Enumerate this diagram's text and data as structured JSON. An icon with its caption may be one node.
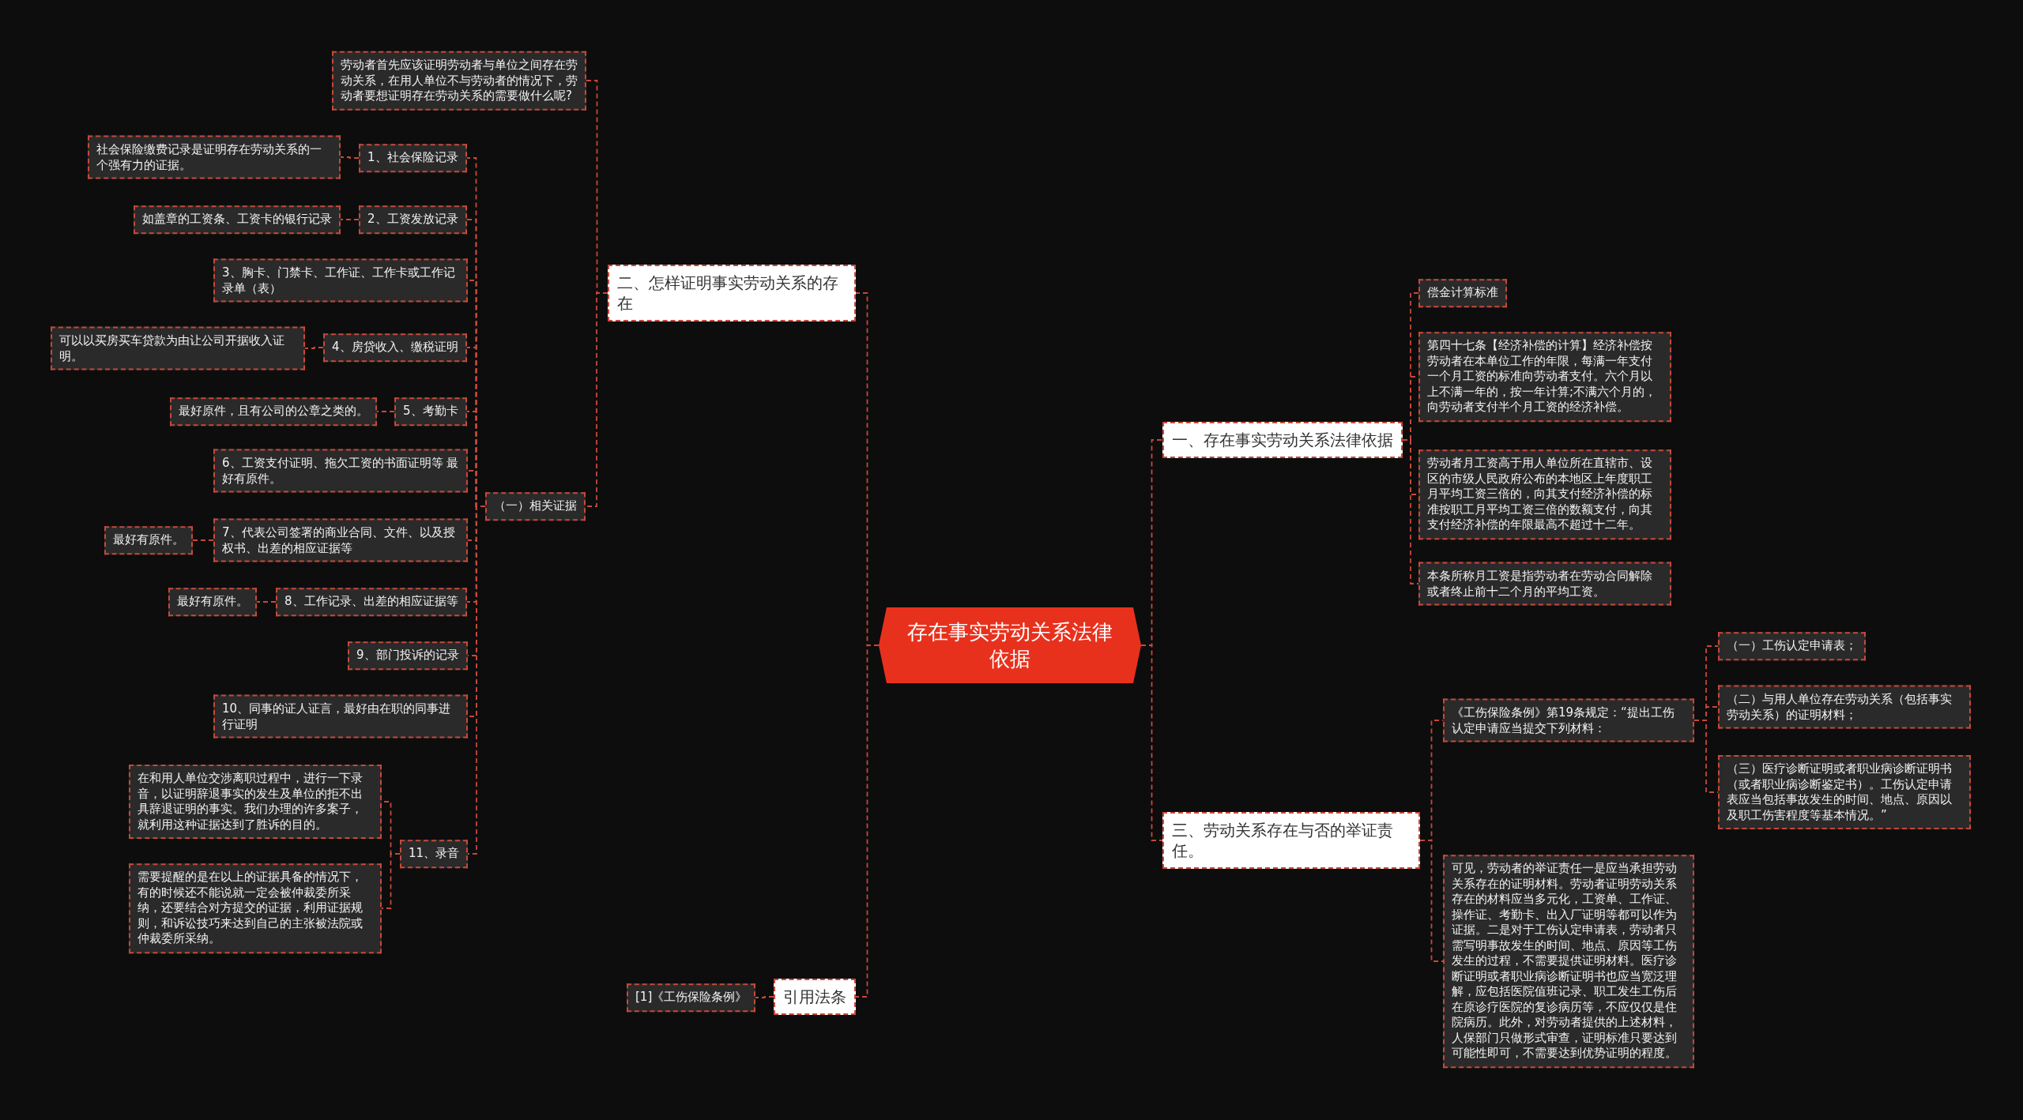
{
  "diagram": {
    "nodes": [
      {
        "text": [
          "存在事实劳动关系法律依据"
        ]
      },
      {
        "text": [
          "二、怎样证明事实劳动关系的存在"
        ]
      },
      {
        "text": [
          "劳动者首先应该证明劳动者与单位之间存在劳动关系，在用人单位不与劳动者的情况下，劳动者要想证明存在劳动关系的需要做什么呢?"
        ]
      },
      {
        "text": [
          "（一）相关证据"
        ]
      },
      {
        "text": [
          "1、社会保险记录"
        ]
      },
      {
        "text": [
          "社会保险缴费记录是证明存在劳动关系的一个强有力的证据。"
        ]
      },
      {
        "text": [
          "2、工资发放记录"
        ]
      },
      {
        "text": [
          "如盖章的工资条、工资卡的银行记录"
        ]
      },
      {
        "text": [
          "3、胸卡、门禁卡、工作证、工作卡或工作记录单（表）"
        ]
      },
      {
        "text": [
          "4、房贷收入、缴税证明"
        ]
      },
      {
        "text": [
          "可以以买房买车贷款为由让公司开据收入证明。"
        ]
      },
      {
        "text": [
          "5、考勤卡"
        ]
      },
      {
        "text": [
          "最好原件，且有公司的公章之类的。"
        ]
      },
      {
        "text": [
          "6、工资支付证明、拖欠工资的书面证明等 最好有原件。"
        ]
      },
      {
        "text": [
          "7、代表公司签署的商业合同、文件、以及授权书、出差的相应证据等"
        ]
      },
      {
        "text": [
          "最好有原件。"
        ]
      },
      {
        "text": [
          "8、工作记录、出差的相应证据等"
        ]
      },
      {
        "text": [
          "最好有原件。"
        ]
      },
      {
        "text": [
          "9、部门投诉的记录"
        ]
      },
      {
        "text": [
          "10、同事的证人证言，最好由在职的同事进行证明"
        ]
      },
      {
        "text": [
          "11、录音"
        ]
      },
      {
        "text": [
          "在和用人单位交涉离职过程中，进行一下录音，以证明辞退事实的发生及单位的拒不出具辞退证明的事实。我们办理的许多案子，就利用这种证据达到了胜诉的目的。"
        ]
      },
      {
        "text": [
          "需要提醒的是在以上的证据具备的情况下，有的时候还不能说就一定会被仲裁委所采纳，还要结合对方提交的证据，利用证据规则，和诉讼技巧来达到自己的主张被法院或仲裁委所采纳。"
        ]
      },
      {
        "text": [
          "引用法条"
        ]
      },
      {
        "text": [
          "[1]《工伤保险条例》"
        ]
      },
      {
        "text": [
          "一、存在事实劳动关系法律依据"
        ]
      },
      {
        "text": [
          "偿金计算标准"
        ]
      },
      {
        "text": [
          "第四十七条【经济补偿的计算】经济补偿按劳动者在本单位工作的年限，每满一年支付一个月工资的标准向劳动者支付。六个月以上不满一年的，按一年计算;不满六个月的，向劳动者支付半个月工资的经济补偿。"
        ]
      },
      {
        "text": [
          "劳动者月工资高于用人单位所在直辖市、设区的市级人民政府公布的本地区上年度职工月平均工资三倍的，向其支付经济补偿的标准按职工月平均工资三倍的数额支付，向其支付经济补偿的年限最高不超过十二年。"
        ]
      },
      {
        "text": [
          "本条所称月工资是指劳动者在劳动合同解除或者终止前十二个月的平均工资。"
        ]
      },
      {
        "text": [
          "三、劳动关系存在与否的举证责任。"
        ]
      },
      {
        "text": [
          "《工伤保险条例》第19条规定：“提出工伤认定申请应当提交下列材料："
        ]
      },
      {
        "text": [
          "（一）工伤认定申请表；"
        ]
      },
      {
        "text": [
          "（二）与用人单位存在劳动关系（包括事实劳动关系）的证明材料；"
        ]
      },
      {
        "text": [
          "（三）医疗诊断证明或者职业病诊断证明书（或者职业病诊断鉴定书）。工伤认定申请表应当包括事故发生的时间、地点、原因以及职工伤害程度等基本情况。”"
        ]
      },
      {
        "text": [
          "可见，劳动者的举证责任一是应当承担劳动关系存在的证明材料。劳动者证明劳动关系存在的材料应当多元化，工资单、工作证、操作证、考勤卡、出入厂证明等都可以作为证据。二是对于工伤认定申请表，劳动者只需写明事故发生的时间、地点、原因等工伤发生的过程，不需要提供证明材料。医疗诊断证明或者职业病诊断证明书也应当宽泛理解，应包括医院值班记录、职工发生工伤后在原诊疗医院的复诊病历等，不应仅仅是住院病历。此外，对劳动者提供的上述材料，人保部门只做形式审查，证明标准只要达到可能性即可，不需要达到优势证明的程度。"
        ]
      }
    ],
    "edges": [
      {
        "from": 0,
        "to": 1,
        "arrow": "none"
      },
      {
        "from": 1,
        "to": 2,
        "arrow": "none"
      },
      {
        "from": 1,
        "to": 3,
        "arrow": "none"
      },
      {
        "from": 3,
        "to": 4,
        "arrow": "none"
      },
      {
        "from": 4,
        "to": 5,
        "arrow": "none"
      },
      {
        "from": 3,
        "to": 6,
        "arrow": "none"
      },
      {
        "from": 6,
        "to": 7,
        "arrow": "none"
      },
      {
        "from": 3,
        "to": 8,
        "arrow": "none"
      },
      {
        "from": 3,
        "to": 9,
        "arrow": "none"
      },
      {
        "from": 9,
        "to": 10,
        "arrow": "none"
      },
      {
        "from": 3,
        "to": 11,
        "arrow": "none"
      },
      {
        "from": 11,
        "to": 12,
        "arrow": "none"
      },
      {
        "from": 3,
        "to": 13,
        "arrow": "none"
      },
      {
        "from": 3,
        "to": 14,
        "arrow": "none"
      },
      {
        "from": 14,
        "to": 15,
        "arrow": "none"
      },
      {
        "from": 3,
        "to": 16,
        "arrow": "none"
      },
      {
        "from": 16,
        "to": 17,
        "arrow": "none"
      },
      {
        "from": 3,
        "to": 18,
        "arrow": "none"
      },
      {
        "from": 3,
        "to": 19,
        "arrow": "none"
      },
      {
        "from": 3,
        "to": 20,
        "arrow": "none"
      },
      {
        "from": 20,
        "to": 21,
        "arrow": "none"
      },
      {
        "from": 20,
        "to": 22,
        "arrow": "none"
      },
      {
        "from": 0,
        "to": 23,
        "arrow": "none"
      },
      {
        "from": 23,
        "to": 24,
        "arrow": "none"
      },
      {
        "from": 0,
        "to": 25,
        "arrow": "none"
      },
      {
        "from": 25,
        "to": 26,
        "arrow": "none"
      },
      {
        "from": 25,
        "to": 27,
        "arrow": "none"
      },
      {
        "from": 25,
        "to": 28,
        "arrow": "none"
      },
      {
        "from": 25,
        "to": 29,
        "arrow": "none"
      },
      {
        "from": 0,
        "to": 30,
        "arrow": "none"
      },
      {
        "from": 30,
        "to": 31,
        "arrow": "none"
      },
      {
        "from": 31,
        "to": 32,
        "arrow": "none"
      },
      {
        "from": 31,
        "to": 33,
        "arrow": "none"
      },
      {
        "from": 31,
        "to": 34,
        "arrow": "none"
      },
      {
        "from": 30,
        "to": 35,
        "arrow": "none"
      }
    ]
  }
}
